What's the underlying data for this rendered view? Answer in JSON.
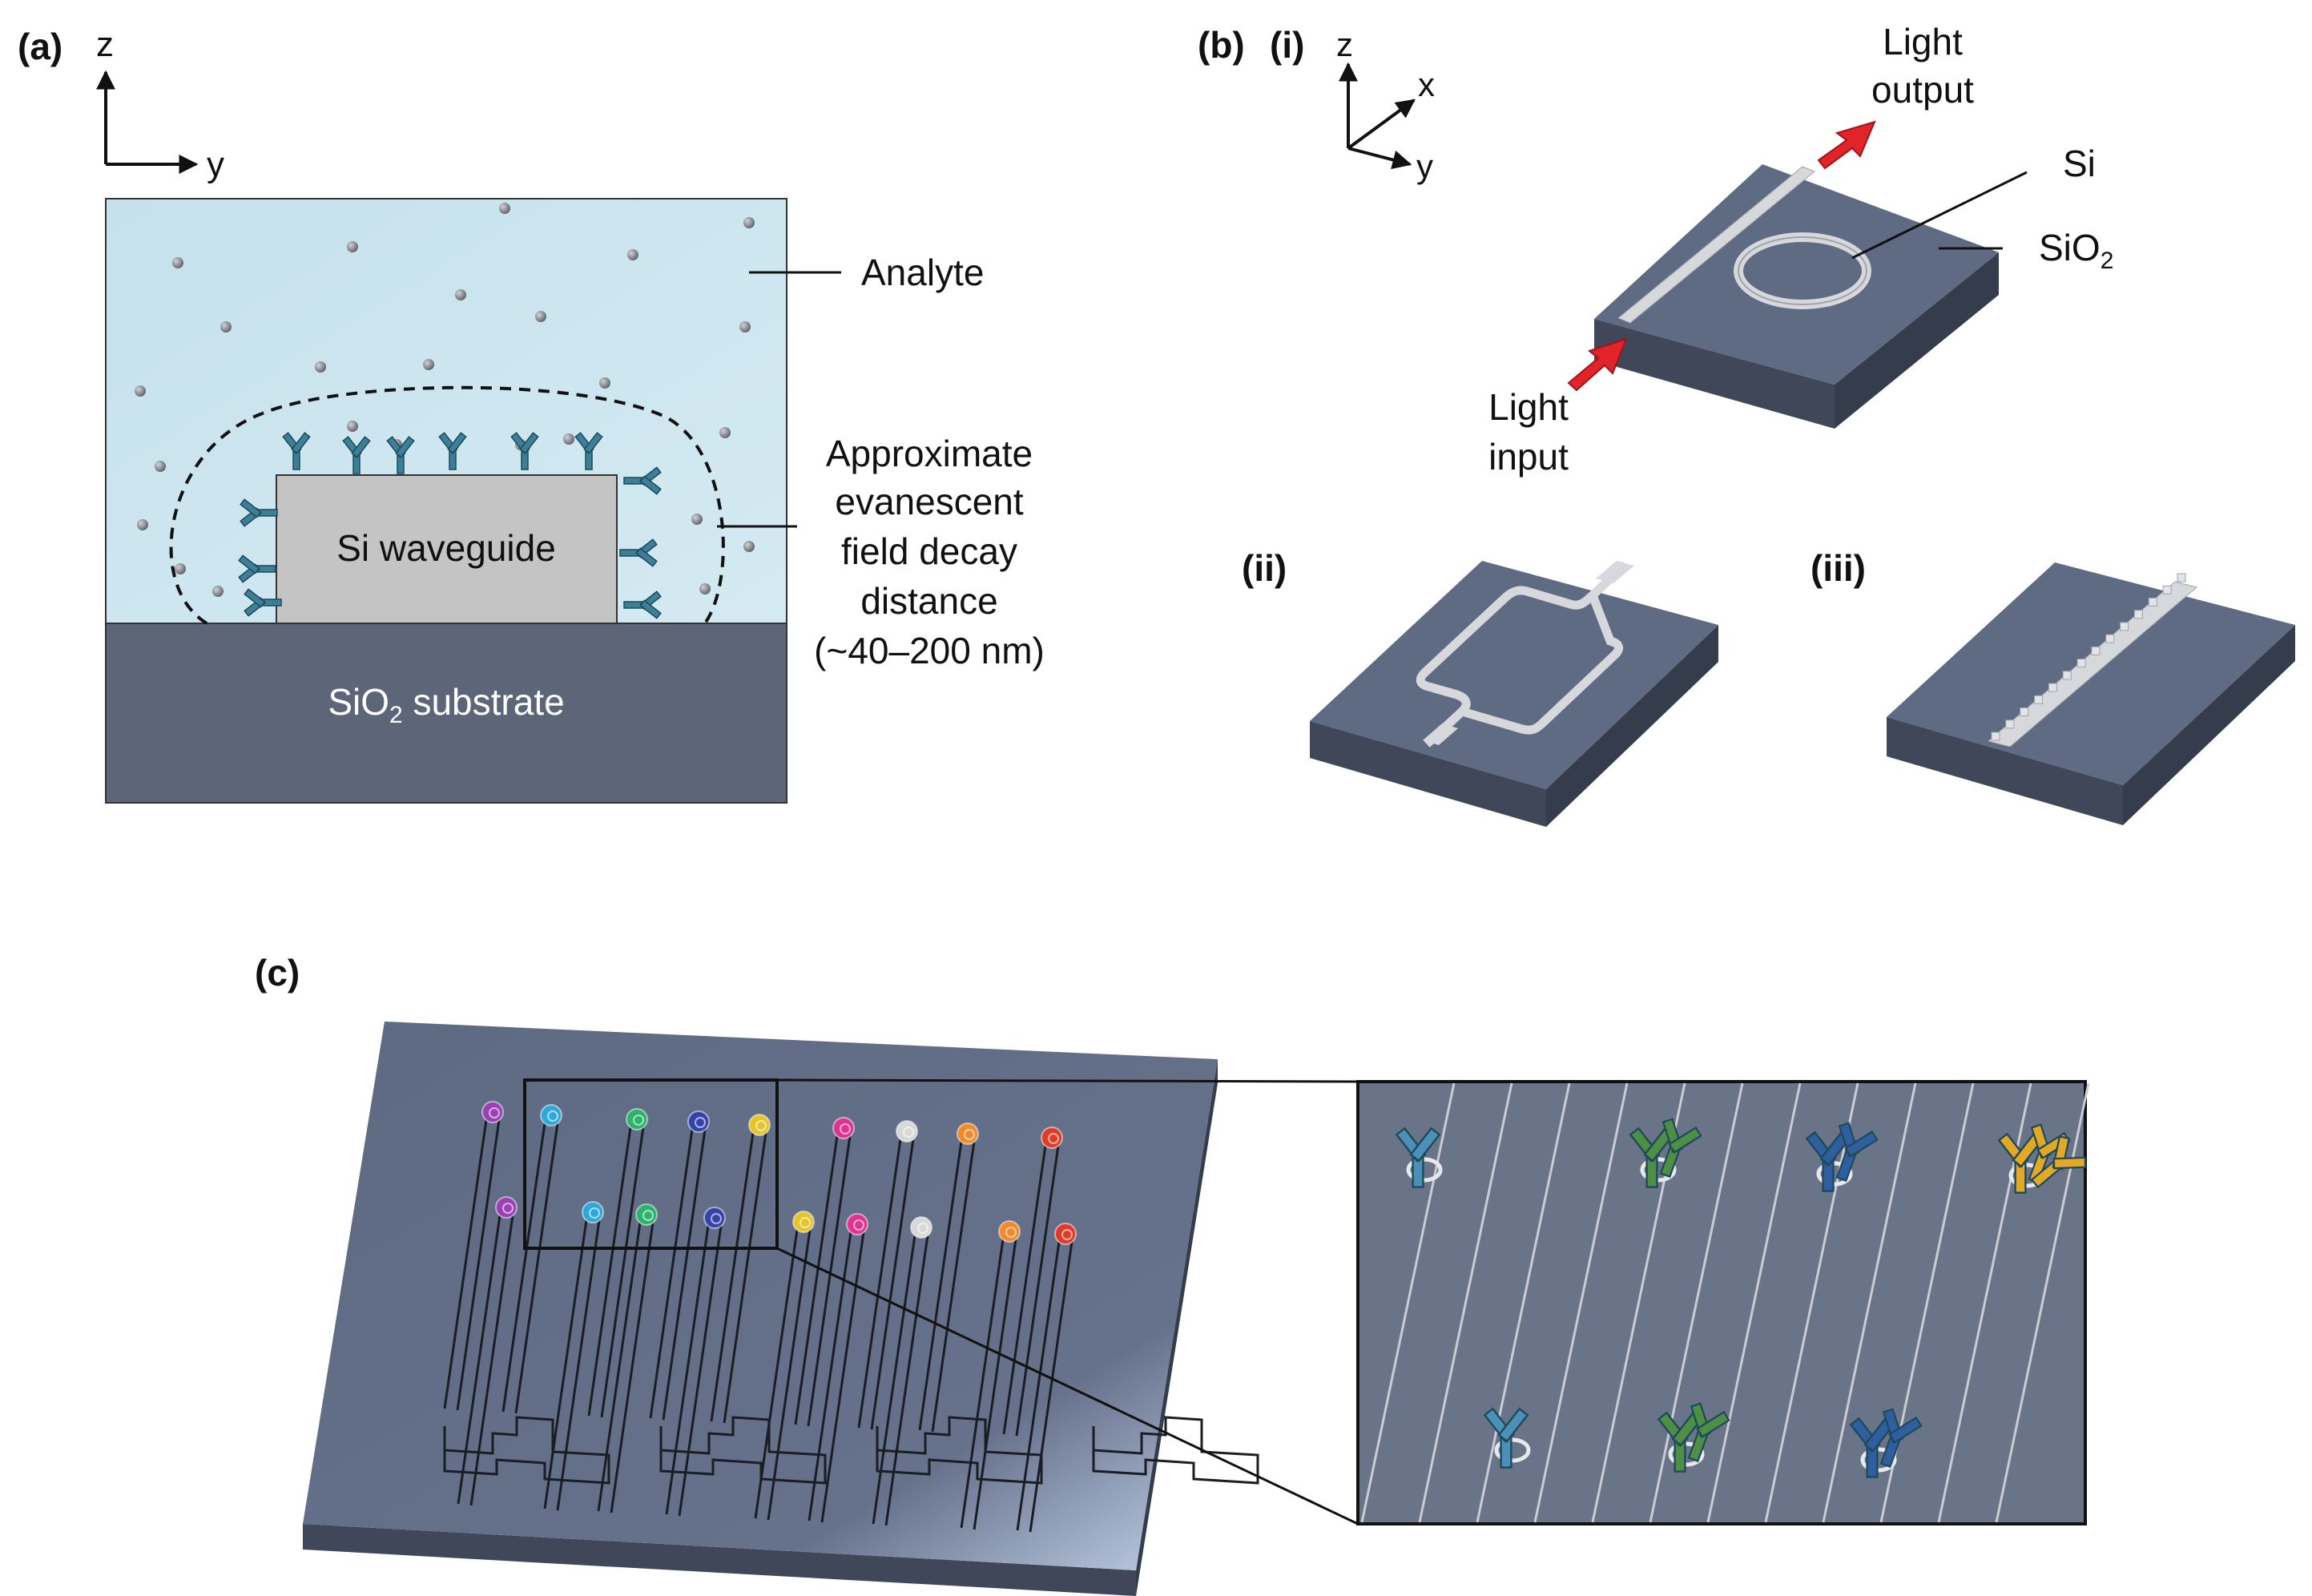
{
  "panel_a": {
    "label": "(a)",
    "axis_z": "z",
    "axis_y": "y",
    "analyte_label": "Analyte",
    "waveguide_label": "Si waveguide",
    "substrate_label_pre": "SiO",
    "substrate_label_sub": "2",
    "substrate_label_post": " substrate",
    "decay_lines": [
      "Approximate",
      "evanescent",
      "field decay",
      "distance",
      "(~40–200 nm)"
    ],
    "colors": {
      "analyte": "#cce5ef",
      "substrate": "#5c6678",
      "waveguide": "#c4c4c4",
      "antibody": "#3b7f98"
    }
  },
  "panel_b": {
    "label": "(b)",
    "sub_i": "(i)",
    "sub_ii": "(ii)",
    "sub_iii": "(iii)",
    "axis_z": "z",
    "axis_x": "x",
    "axis_y": "y",
    "light_output_lines": [
      "Light",
      "output"
    ],
    "light_input_lines": [
      "Light",
      "input"
    ],
    "si_label": "Si",
    "sio2_label_pre": "SiO",
    "sio2_label_sub": "2",
    "colors": {
      "chip_top": "#5f6b82",
      "chip_side": "#3f4759",
      "arrow": "#e0242a",
      "silicon": "#d6d8dc"
    }
  },
  "panel_c": {
    "label": "(c)",
    "ring_colors": [
      "#9b3fb5",
      "#2fa7d8",
      "#2bb36b",
      "#3443a8",
      "#e6c52b",
      "#e0338f",
      "#d8d8d8",
      "#f08a2a",
      "#e03a2a"
    ],
    "antibody_colors": [
      "#4a90b8",
      "#4e8f45",
      "#2f5fa0",
      "#e3a824"
    ]
  }
}
